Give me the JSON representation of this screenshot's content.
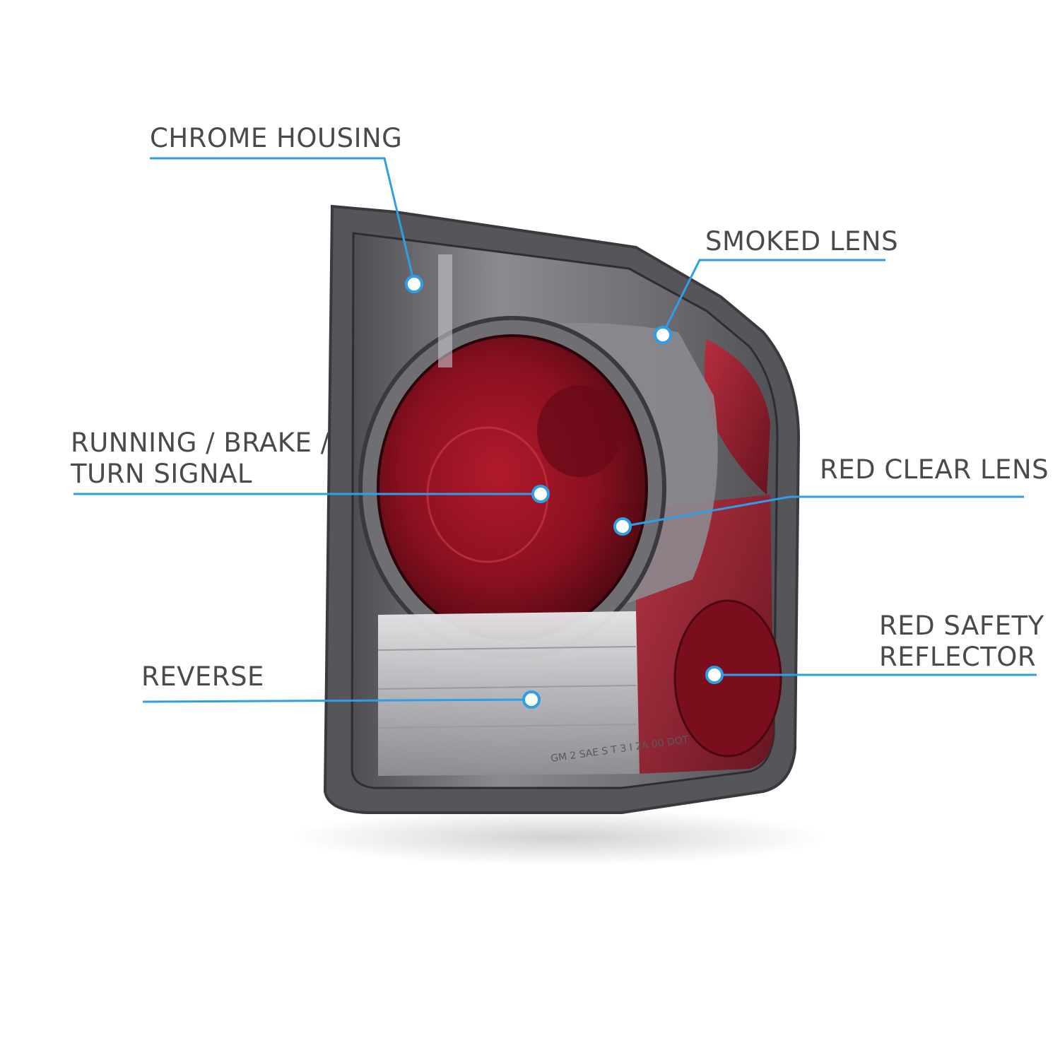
{
  "labels": {
    "chrome_housing": "CHROME HOUSING",
    "smoked_lens": "SMOKED LENS",
    "running_brake": {
      "line1": "RUNNING / BRAKE /",
      "line2": "TURN SIGNAL"
    },
    "red_clear_lens": "RED CLEAR LENS",
    "red_safety_reflector": {
      "line1": "RED SAFETY",
      "line2": "REFLECTOR"
    },
    "reverse": "REVERSE"
  },
  "lens_marking": "GM 2 SAE S T 3 I 2A 00 DOT",
  "colors": {
    "callout_line": "#2e9ee6",
    "label_text": "#4a4a4a",
    "housing": "#5c5c60",
    "red_lens": "#8a1020",
    "smoked": "#7d7c80"
  }
}
